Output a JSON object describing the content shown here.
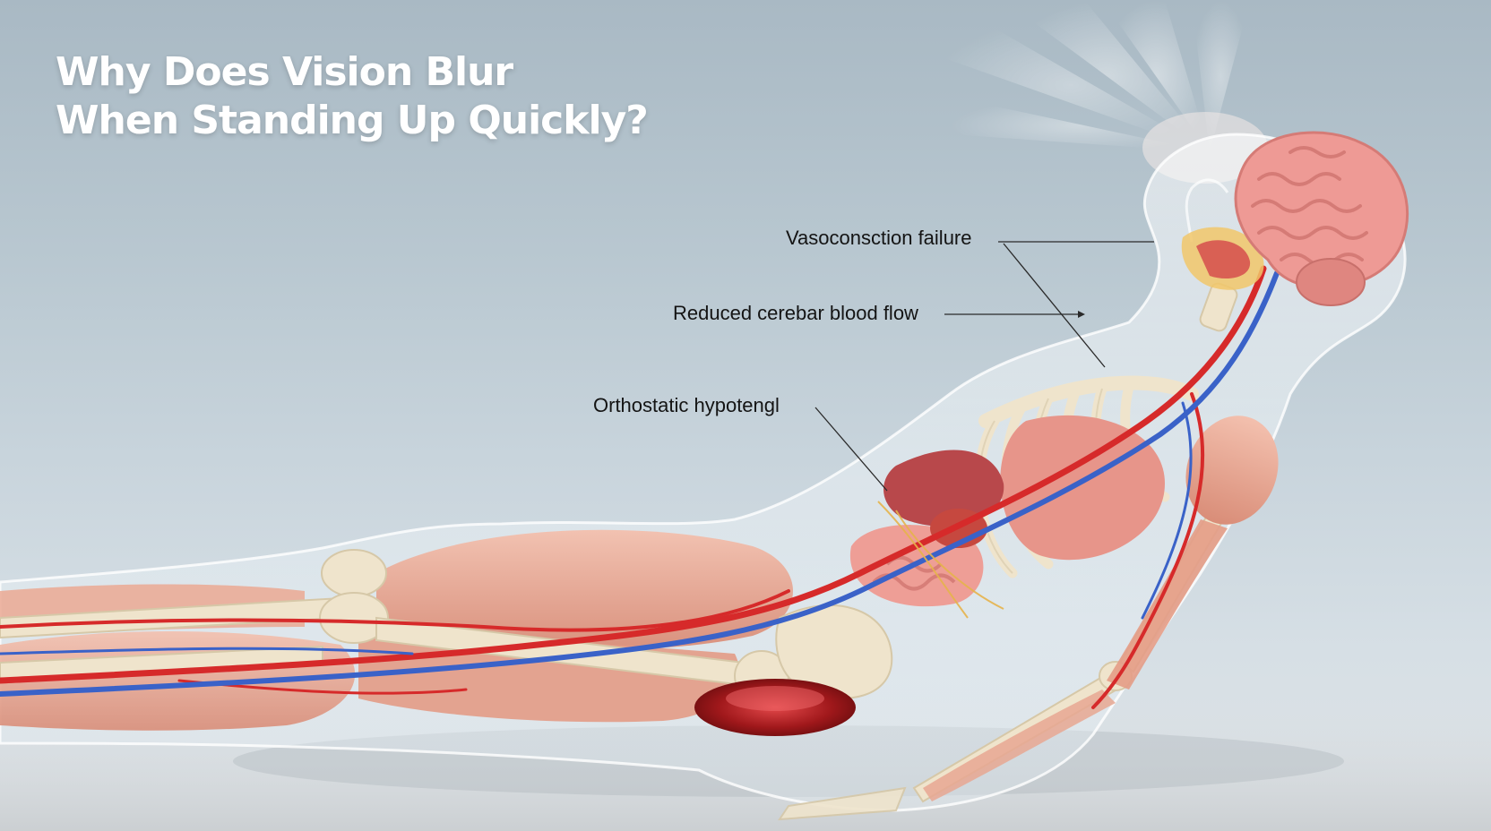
{
  "title": {
    "line1": "Why Does Vision Blur",
    "line2": "When Standing Up Quickly?"
  },
  "labels": {
    "vasoconstriction": "Vasoconsction failure",
    "reduced_flow": "Reduced cerebar blood flow",
    "orthostatic": "Orthostatic hypotengl"
  },
  "colors": {
    "background": "#b8c7d0",
    "title_text": "#ffffff",
    "label_text": "#141414",
    "artery": "#d62a2a",
    "vein": "#3a62c8",
    "bone": "#efe4cc",
    "muscle": "#e9a590",
    "brain": "#ee9a95"
  },
  "icons": [
    "brain-icon",
    "skeleton-icon",
    "artery-icon",
    "vein-icon",
    "light-rays-icon"
  ]
}
